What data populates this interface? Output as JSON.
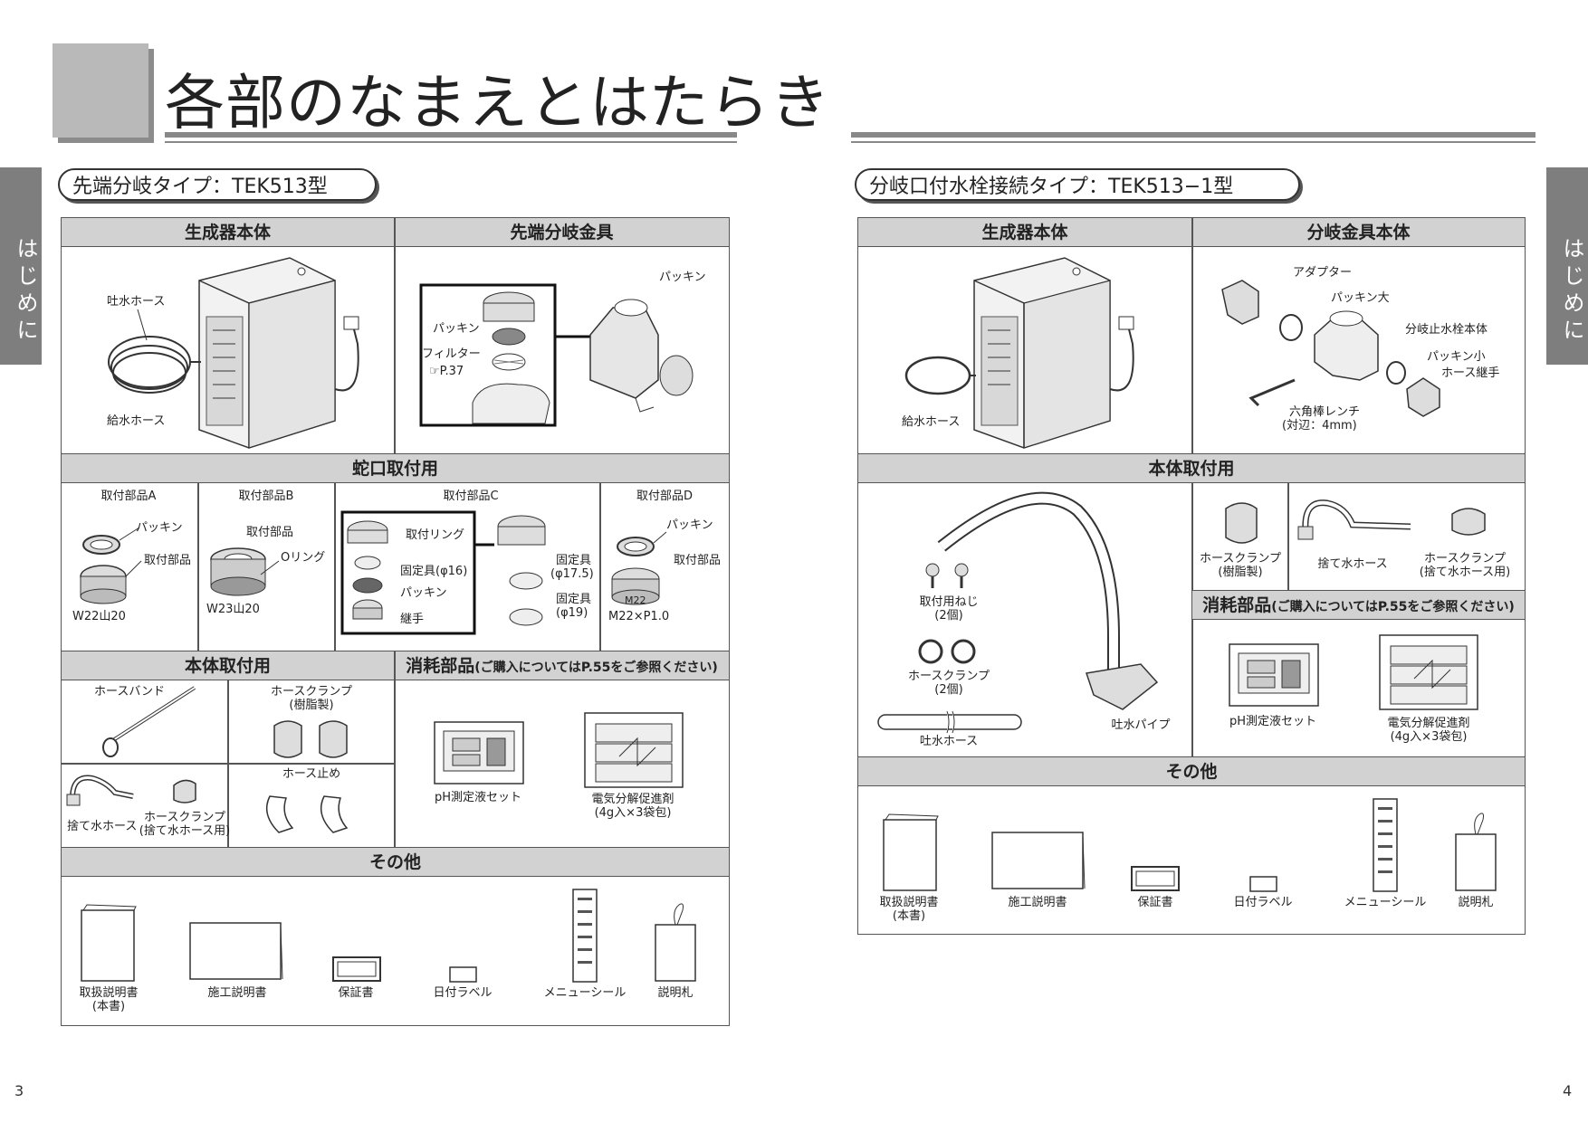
{
  "page_title": "各部のなまえとはたらき",
  "side_tab": "はじめに",
  "page_numbers": {
    "left": "3",
    "right": "4"
  },
  "left": {
    "section_title": "先端分岐タイプ：TEK513型",
    "generator": {
      "header": "生成器本体",
      "labels": {
        "outlet_hose": "吐水ホース",
        "supply_hose": "給水ホース"
      }
    },
    "tip_fitting": {
      "header": "先端分岐金具",
      "labels": {
        "packing_right": "パッキン",
        "packing": "パッキン",
        "filter": "フィルター",
        "filter_ref": "P.37"
      }
    },
    "faucet": {
      "header": "蛇口取付用",
      "part_a": {
        "title": "取付部品A",
        "packing": "パッキン",
        "part": "取付部品",
        "thread": "W22山20"
      },
      "part_b": {
        "title": "取付部品B",
        "part": "取付部品",
        "oring": "Oリング",
        "thread": "W23山20"
      },
      "part_c": {
        "title": "取付部品C",
        "ring": "取付リング",
        "fixture16": "固定具(φ16)",
        "packing": "パッキン",
        "joint": "継手",
        "fixture175_a": "固定具",
        "fixture175_b": "(φ17.5)",
        "fixture19_a": "固定具",
        "fixture19_b": "(φ19)"
      },
      "part_d": {
        "title": "取付部品D",
        "packing": "パッキン",
        "part": "取付部品",
        "mark": "M22",
        "thread": "M22×P1.0"
      }
    },
    "mounting": {
      "header": "本体取付用",
      "hose_band": "ホースバンド",
      "clamp_resin_a": "ホースクランプ",
      "clamp_resin_b": "(樹脂製)",
      "waste_hose": "捨て水ホース",
      "clamp_waste_a": "ホースクランプ",
      "clamp_waste_b": "(捨て水ホース用)",
      "hose_stop": "ホース止め"
    },
    "consumables": {
      "header": "消耗部品",
      "note": "(ご購入についてはP.55をご参照ください)",
      "ph_set": "pH測定液セット",
      "electrolysis_a": "電気分解促進剤",
      "electrolysis_b": "(4g入×3袋包)"
    },
    "other": {
      "header": "その他",
      "manual_a": "取扱説明書",
      "manual_b": "(本書)",
      "install_manual": "施工説明書",
      "warranty": "保証書",
      "date_label": "日付ラベル",
      "menu_seal": "メニューシール",
      "tag": "説明札"
    }
  },
  "right": {
    "section_title": "分岐口付水栓接続タイプ：TEK513−1型",
    "generator": {
      "header": "生成器本体",
      "labels": {
        "supply_hose": "給水ホース"
      }
    },
    "branch_body": {
      "header": "分岐金具本体",
      "adapter": "アダプター",
      "packing_large": "パッキン大",
      "branch_valve": "分岐止水栓本体",
      "packing_small": "パッキン小",
      "hose_joint": "ホース継手",
      "hex_wrench_a": "六角棒レンチ",
      "hex_wrench_b": "(対辺：4mm)"
    },
    "mounting": {
      "header": "本体取付用",
      "screws_a": "取付用ねじ",
      "screws_b": "(2個)",
      "clamps_a": "ホースクランプ",
      "clamps_b": "(2個)",
      "outlet_hose": "吐水ホース",
      "outlet_pipe": "吐水パイプ",
      "clamp_resin_a": "ホースクランプ",
      "clamp_resin_b": "(樹脂製)",
      "waste_hose": "捨て水ホース",
      "clamp_waste_a": "ホースクランプ",
      "clamp_waste_b": "(捨て水ホース用)"
    },
    "consumables": {
      "header": "消耗部品",
      "note": "(ご購入についてはP.55をご参照ください)",
      "ph_set": "pH測定液セット",
      "electrolysis_a": "電気分解促進剤",
      "electrolysis_b": "(4g入×3袋包)"
    },
    "other": {
      "header": "その他",
      "manual_a": "取扱説明書",
      "manual_b": "(本書)",
      "install_manual": "施工説明書",
      "warranty": "保証書",
      "date_label": "日付ラベル",
      "menu_seal": "メニューシール",
      "tag": "説明札"
    }
  }
}
